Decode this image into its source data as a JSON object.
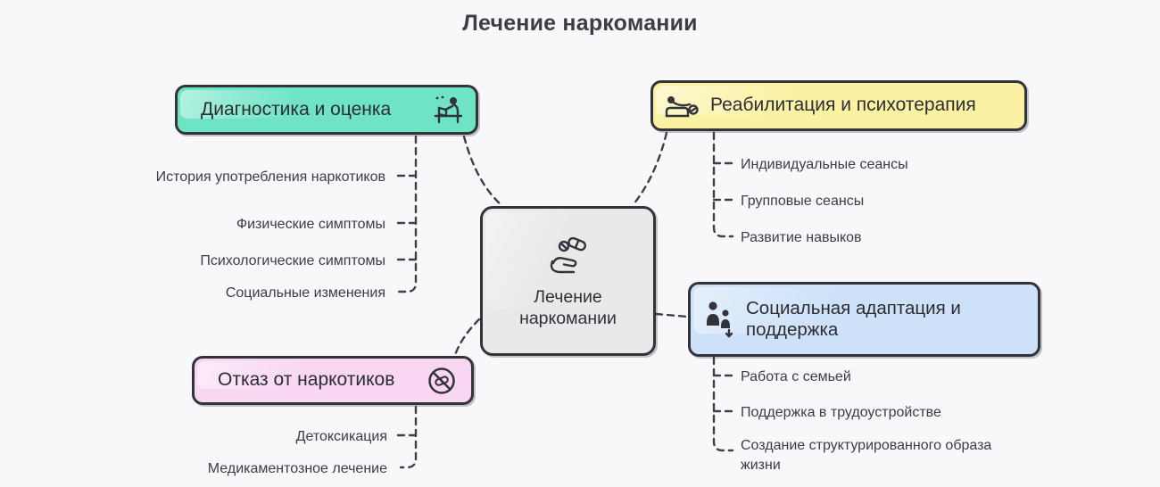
{
  "title": "Лечение наркомании",
  "center": {
    "line1": "Лечение",
    "line2": "наркомании"
  },
  "branches": {
    "diagnosis": {
      "label": "Диагностика и оценка",
      "color": "#6FE4C4",
      "icon": "person-at-desk-icon",
      "children": [
        "История употребления наркотиков",
        "Физические симптомы",
        "Психологические симптомы",
        "Социальные изменения"
      ]
    },
    "rehab": {
      "label": "Реабилитация и психотерапия",
      "color": "#FBF1A2",
      "icon": "therapy-couch-icon",
      "children": [
        "Индивидуальные сеансы",
        "Групповые сеансы",
        "Развитие навыков"
      ]
    },
    "refusal": {
      "label": "Отказ от наркотиков",
      "color": "#F9D7F3",
      "icon": "no-drugs-icon",
      "children": [
        "Детоксикация",
        "Медикаментозное лечение"
      ]
    },
    "social": {
      "label": "Социальная адаптация и поддержка",
      "color": "#CDE1F8",
      "icon": "people-support-icon",
      "children": [
        "Работа с семьей",
        "Поддержка в трудоустройстве",
        "Создание структурированного образа жизни"
      ]
    }
  },
  "colors": {
    "background": "#F8F8FB",
    "line": "#3F3F48",
    "center_fill": "#E9E9EA",
    "text": "#3C3C45"
  }
}
